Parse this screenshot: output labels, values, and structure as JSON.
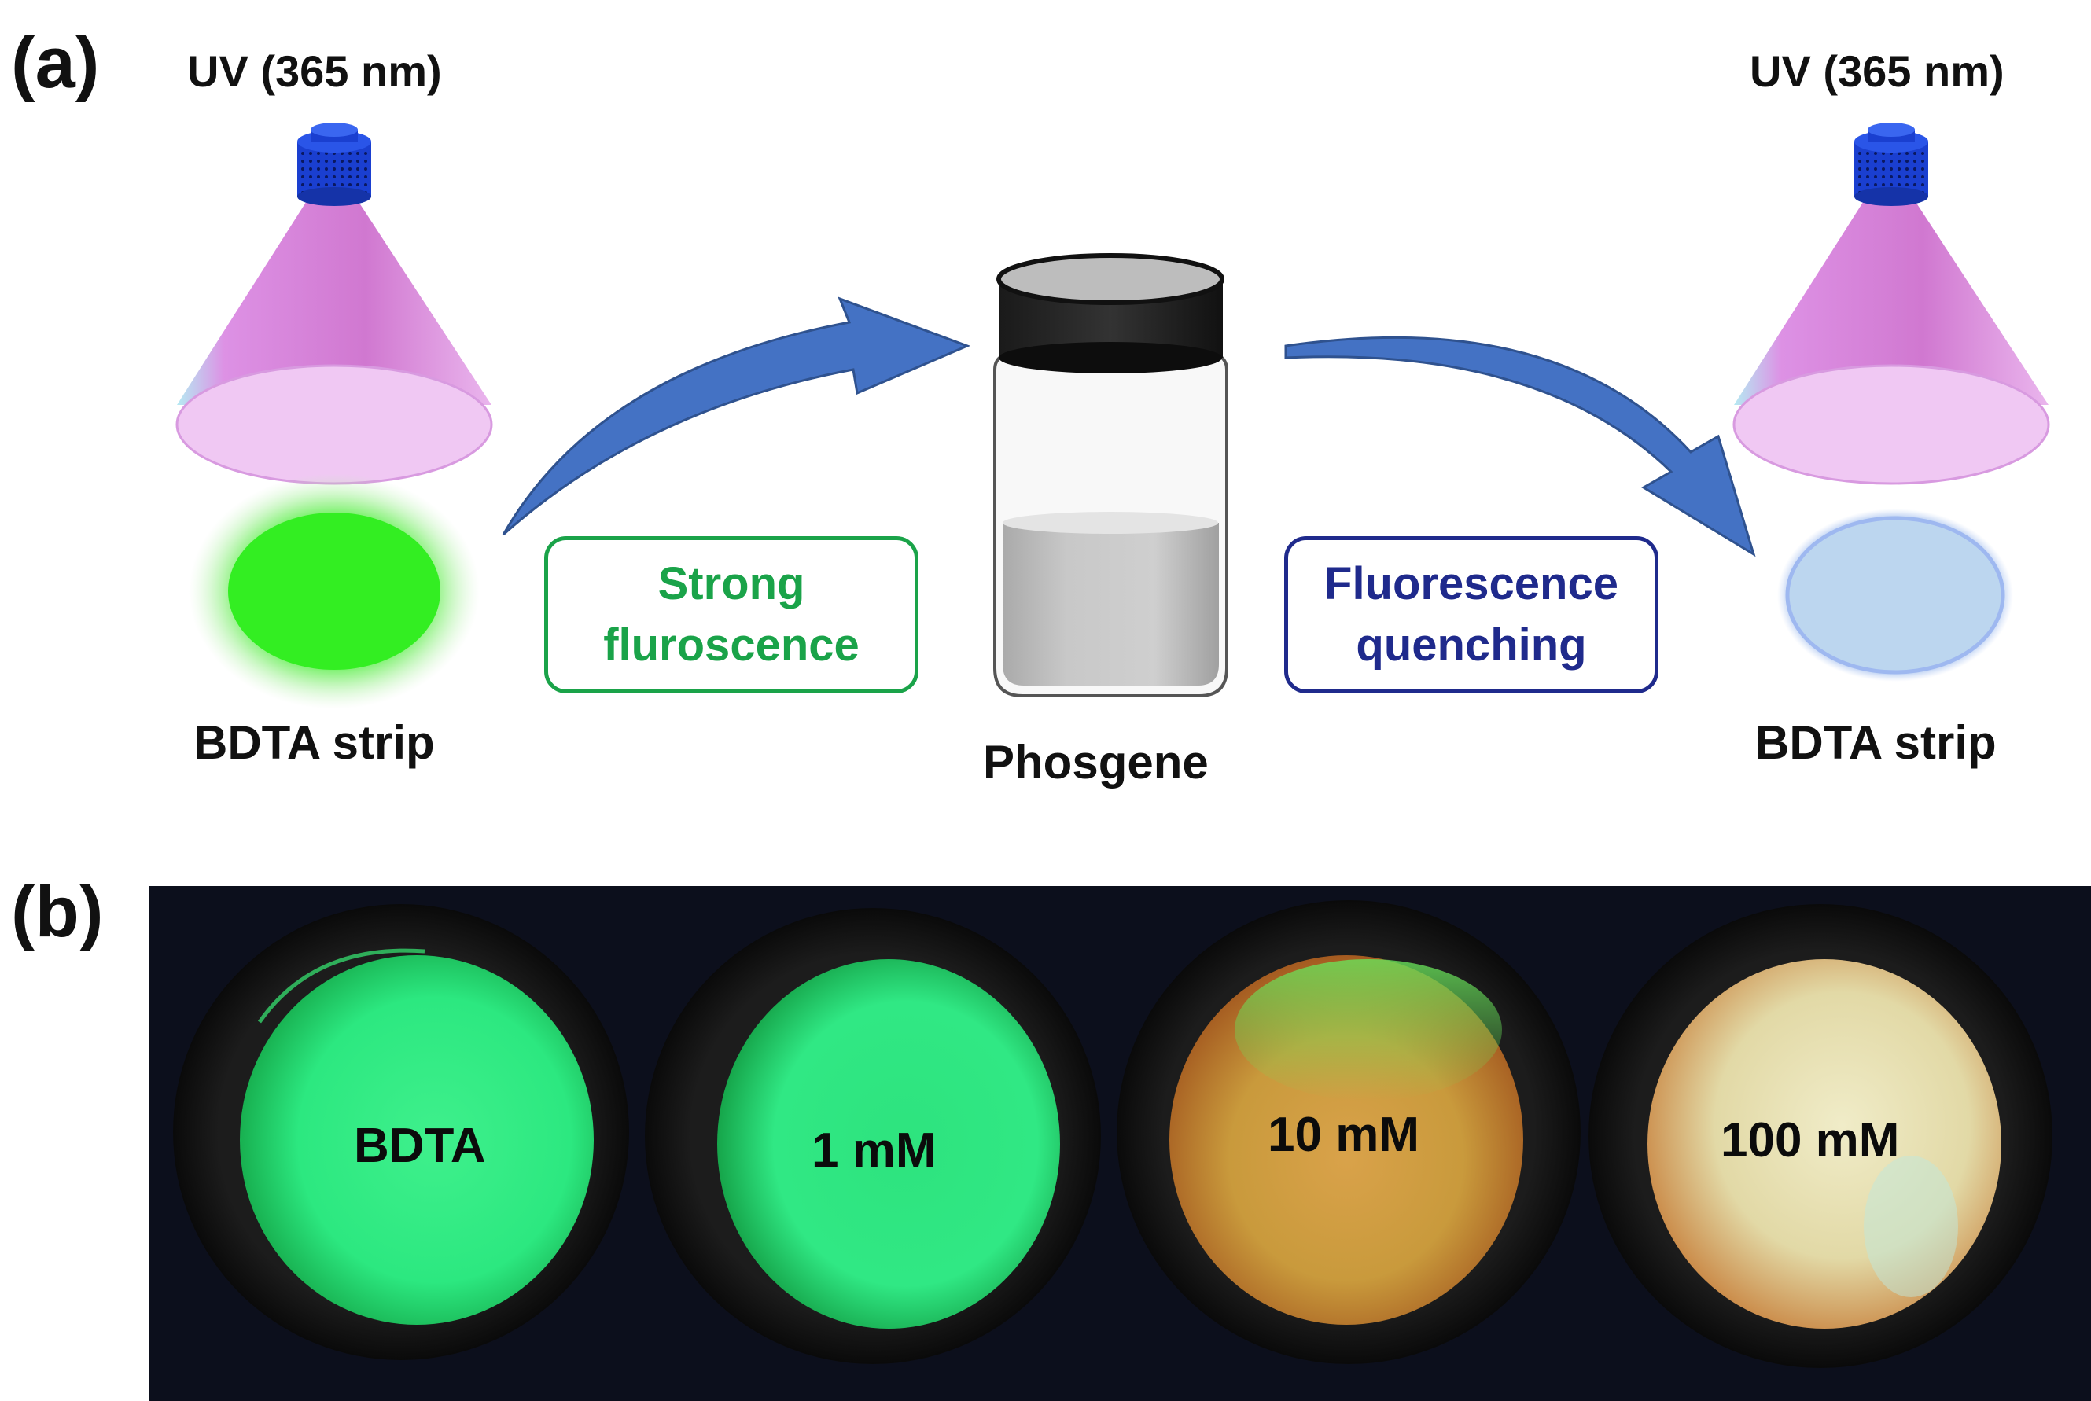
{
  "panel_a": {
    "label": "(a)",
    "uv_left": "UV (365 nm)",
    "uv_right": "UV (365 nm)",
    "strip_left": "BDTA strip",
    "strip_right": "BDTA strip",
    "vial": "Phosgene",
    "box_left": {
      "line1": "Strong",
      "line2": "fluroscence",
      "color": "#1aa349"
    },
    "box_right": {
      "line1": "Fluorescence",
      "line2": "quenching",
      "color": "#1f2a8c"
    }
  },
  "panel_b": {
    "label": "(b)",
    "samples": [
      "BDTA",
      "1 mM",
      "10 mM",
      "100 mM"
    ]
  },
  "colors": {
    "arrow": "#4472c4",
    "strip_before": "#33ee22",
    "strip_after": "#bcd6ef",
    "uv_cone": "#d98ae0",
    "lamp": "#1a3fd0"
  }
}
